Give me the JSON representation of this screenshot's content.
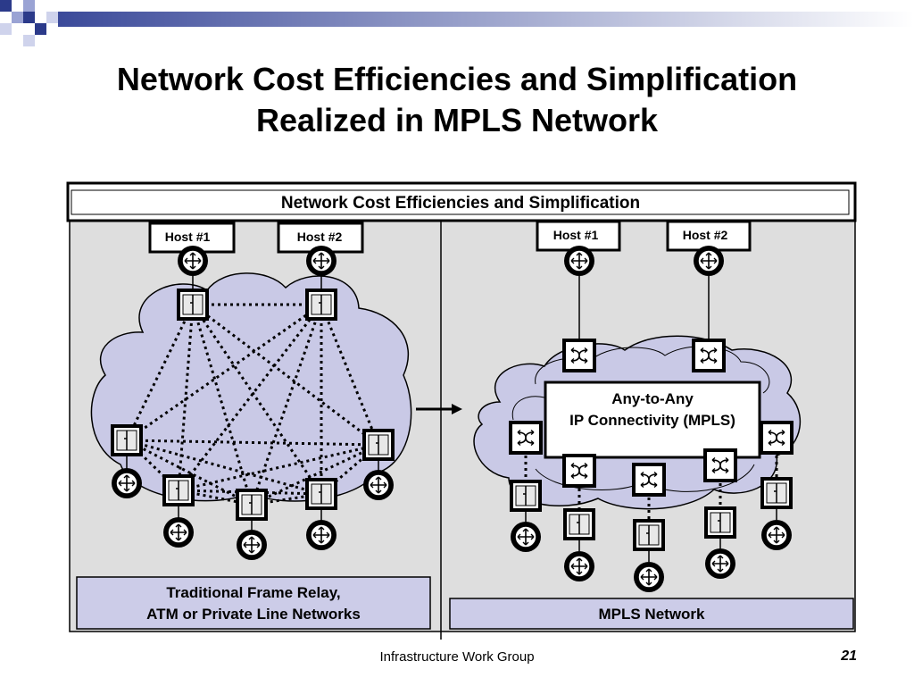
{
  "slide": {
    "title_line1": "Network Cost Efficiencies and Simplification",
    "title_line2": "Realized in MPLS Network",
    "footer": "Infrastructure Work Group",
    "page_number": "21"
  },
  "diagram": {
    "banner": "Network Cost Efficiencies and Simplification",
    "left_panel": {
      "host1": "Host #1",
      "host2": "Host #2",
      "caption_line1": "Traditional Frame Relay,",
      "caption_line2": "ATM or Private Line Networks"
    },
    "right_panel": {
      "host1": "Host #1",
      "host2": "Host #2",
      "core_line1": "Any-to-Any",
      "core_line2": "IP Connectivity (MPLS)",
      "caption": "MPLS Network"
    },
    "colors": {
      "panel_bg": "#dedede",
      "cloud_fill": "#c9c9e6",
      "label_fill": "#cccce8",
      "accent_blue": "#2b3a8a"
    }
  }
}
